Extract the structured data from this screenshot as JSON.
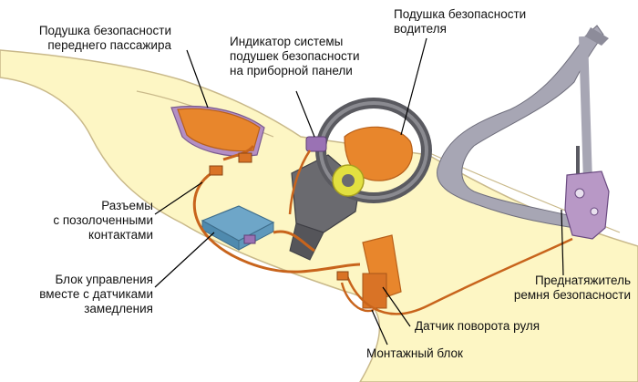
{
  "colors": {
    "background": "#ffffff",
    "car_body": "#fdf6c4",
    "car_outline": "#c9b98a",
    "airbag": "#e8862c",
    "airbag_dark": "#b8601a",
    "wire": "#c8641c",
    "steering": "#6a6a6f",
    "belt": "#a7a6b4",
    "pretensioner": "#b898c6",
    "control_unit": "#6ea6c8",
    "ring": "#e2e040",
    "indicator": "#9a72b4",
    "pointer": "#000000"
  },
  "labels": {
    "passenger_airbag": [
      "Подушка безопасности",
      "переднего пассажира"
    ],
    "indicator": [
      "Индикатор системы",
      "подушек безопасности",
      "на приборной панели"
    ],
    "driver_airbag": [
      "Подушка безопасности",
      "водителя"
    ],
    "connectors": [
      "Разъемы",
      "с позолоченными",
      "контактами"
    ],
    "control_unit": [
      "Блок управления",
      "вместе с датчиками",
      "замедления"
    ],
    "pretensioner": [
      "Преднатяжитель",
      "ремня безопасности"
    ],
    "steering_sensor": [
      "Датчик поворота руля"
    ],
    "mounting_block": [
      "Монтажный блок"
    ]
  }
}
